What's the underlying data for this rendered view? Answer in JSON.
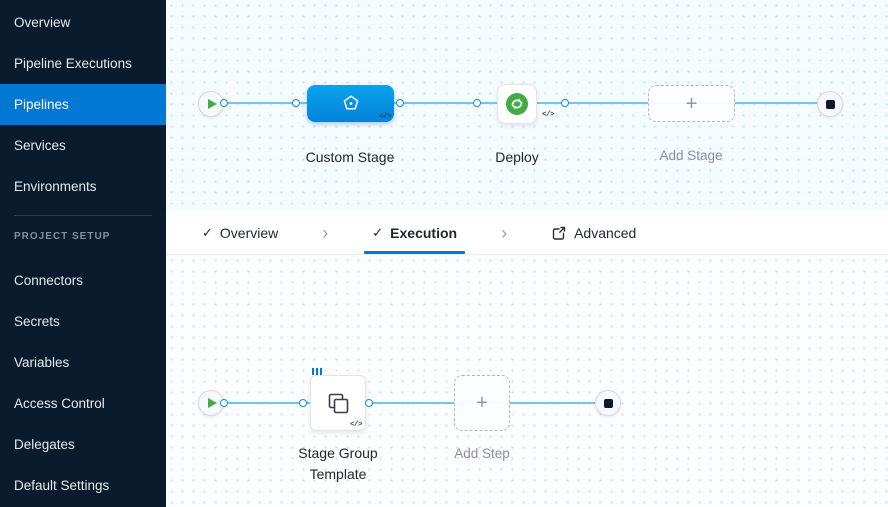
{
  "sidebar": {
    "items": [
      {
        "label": "Overview"
      },
      {
        "label": "Pipeline Executions"
      },
      {
        "label": "Pipelines"
      },
      {
        "label": "Services"
      },
      {
        "label": "Environments"
      }
    ],
    "section_label": "PROJECT SETUP",
    "section_items": [
      {
        "label": "Connectors"
      },
      {
        "label": "Secrets"
      },
      {
        "label": "Variables"
      },
      {
        "label": "Access Control"
      },
      {
        "label": "Delegates"
      },
      {
        "label": "Default Settings"
      }
    ]
  },
  "tabs": {
    "overview": "Overview",
    "execution": "Execution",
    "advanced": "Advanced"
  },
  "glyphs": {
    "check": "✓",
    "chevron": "›",
    "plus": "+",
    "code_badge": "</>"
  },
  "stage_canvas": {
    "custom_stage_label": "Custom Stage",
    "deploy_label": "Deploy",
    "add_stage_label": "Add Stage"
  },
  "execution_canvas": {
    "stage_group_label": "Stage Group Template",
    "add_step_label": "Add Step"
  },
  "icons": {
    "start_node": "play-icon",
    "end_node": "stop-icon",
    "custom_stage": "custom-stage-icon",
    "deploy": "cd-green-icon",
    "stage_group": "stacked-squares-icon",
    "advanced_tab": "panel-arrow-icon"
  },
  "colors": {
    "sidebar_bg": "#0a1b2e",
    "accent_blue": "#0278d5",
    "stage_blue": "#0093e6",
    "deploy_green": "#42ab45",
    "connector_line": "#6fc5f1"
  }
}
